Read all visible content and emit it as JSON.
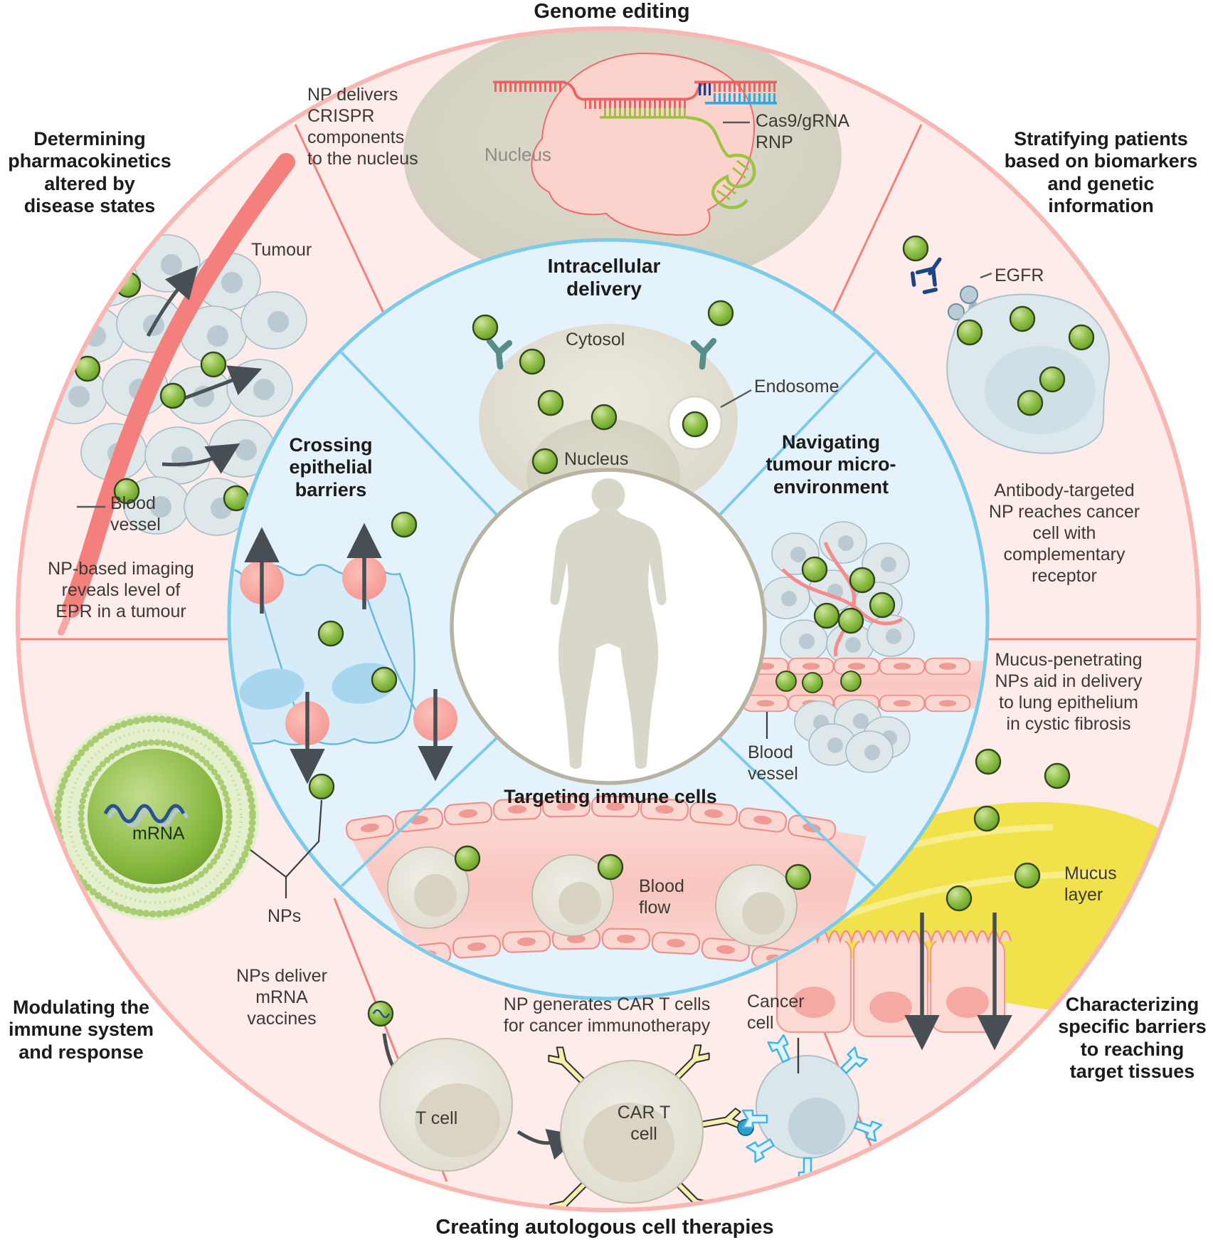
{
  "figure_type": "circular nanomedicine overview diagram",
  "outer": {
    "genome": {
      "title": "Genome editing",
      "caption": "NP delivers\nCRISPR\ncomponents\nto the nucleus",
      "nucleus": "Nucleus",
      "cas9": "Cas9/gRNA\nRNP"
    },
    "stratifying": {
      "title": "Stratifying patients\nbased on biomarkers\nand genetic\ninformation",
      "egfr": "EGFR",
      "caption": "Antibody-targeted\nNP reaches cancer\ncell with\ncomplementary\nreceptor"
    },
    "characterizing": {
      "title": "Characterizing\nspecific barriers\nto reaching\ntarget tissues",
      "mucus_caption": "Mucus-penetrating\nNPs aid in delivery\nto lung epithelium\nin cystic fibrosis",
      "mucus_layer": "Mucus\nlayer",
      "cancer_cell": "Cancer\ncell"
    },
    "creating": {
      "title": "Creating autologous cell therapies",
      "caption": "NP generates CAR T cells\nfor cancer immunotherapy",
      "t_cell": "T cell",
      "car_t": "CAR T\ncell"
    },
    "modulating": {
      "title": "Modulating the\nimmune system\nand response",
      "caption": "NPs deliver\nmRNA\nvaccines",
      "nps": "NPs",
      "mrna": "mRNA"
    },
    "determining": {
      "title": "Determining\npharmacokinetics\naltered by\ndisease states",
      "tumour": "Tumour",
      "blood_vessel": "Blood\nvessel",
      "caption": "NP-based imaging\nreveals level of\nEPR in a tumour"
    }
  },
  "inner": {
    "intracellular": {
      "title": "Intracellular\ndelivery",
      "cytosol": "Cytosol",
      "nucleus": "Nucleus",
      "endosome": "Endosome"
    },
    "crossing": {
      "title": "Crossing\nepithelial\nbarriers"
    },
    "navigating": {
      "title": "Navigating\ntumour micro-\nenvironment",
      "blood_vessel": "Blood\nvessel"
    },
    "targeting": {
      "title": "Targeting immune cells",
      "blood_flow": "Blood\nflow"
    }
  },
  "colors": {
    "ring_fill": "#fdecea",
    "ring_rim": "#f8b7b3",
    "divider_pink": "#f2827e",
    "inner_fill": "#e3f2fb",
    "inner_rim": "#7ccbea",
    "np_green": "#8cbf45",
    "mucus_yellow": "#f1e14a",
    "vessel_red": "#f4807e",
    "endothelium": "#fbd7d2",
    "antibody_navy": "#1c4587",
    "car_yellow": "#f6f0ae",
    "receptor_blue": "#45b5e5",
    "cell_grey": "#dde7ea",
    "nucleus_tan": "#d9d6c7"
  }
}
